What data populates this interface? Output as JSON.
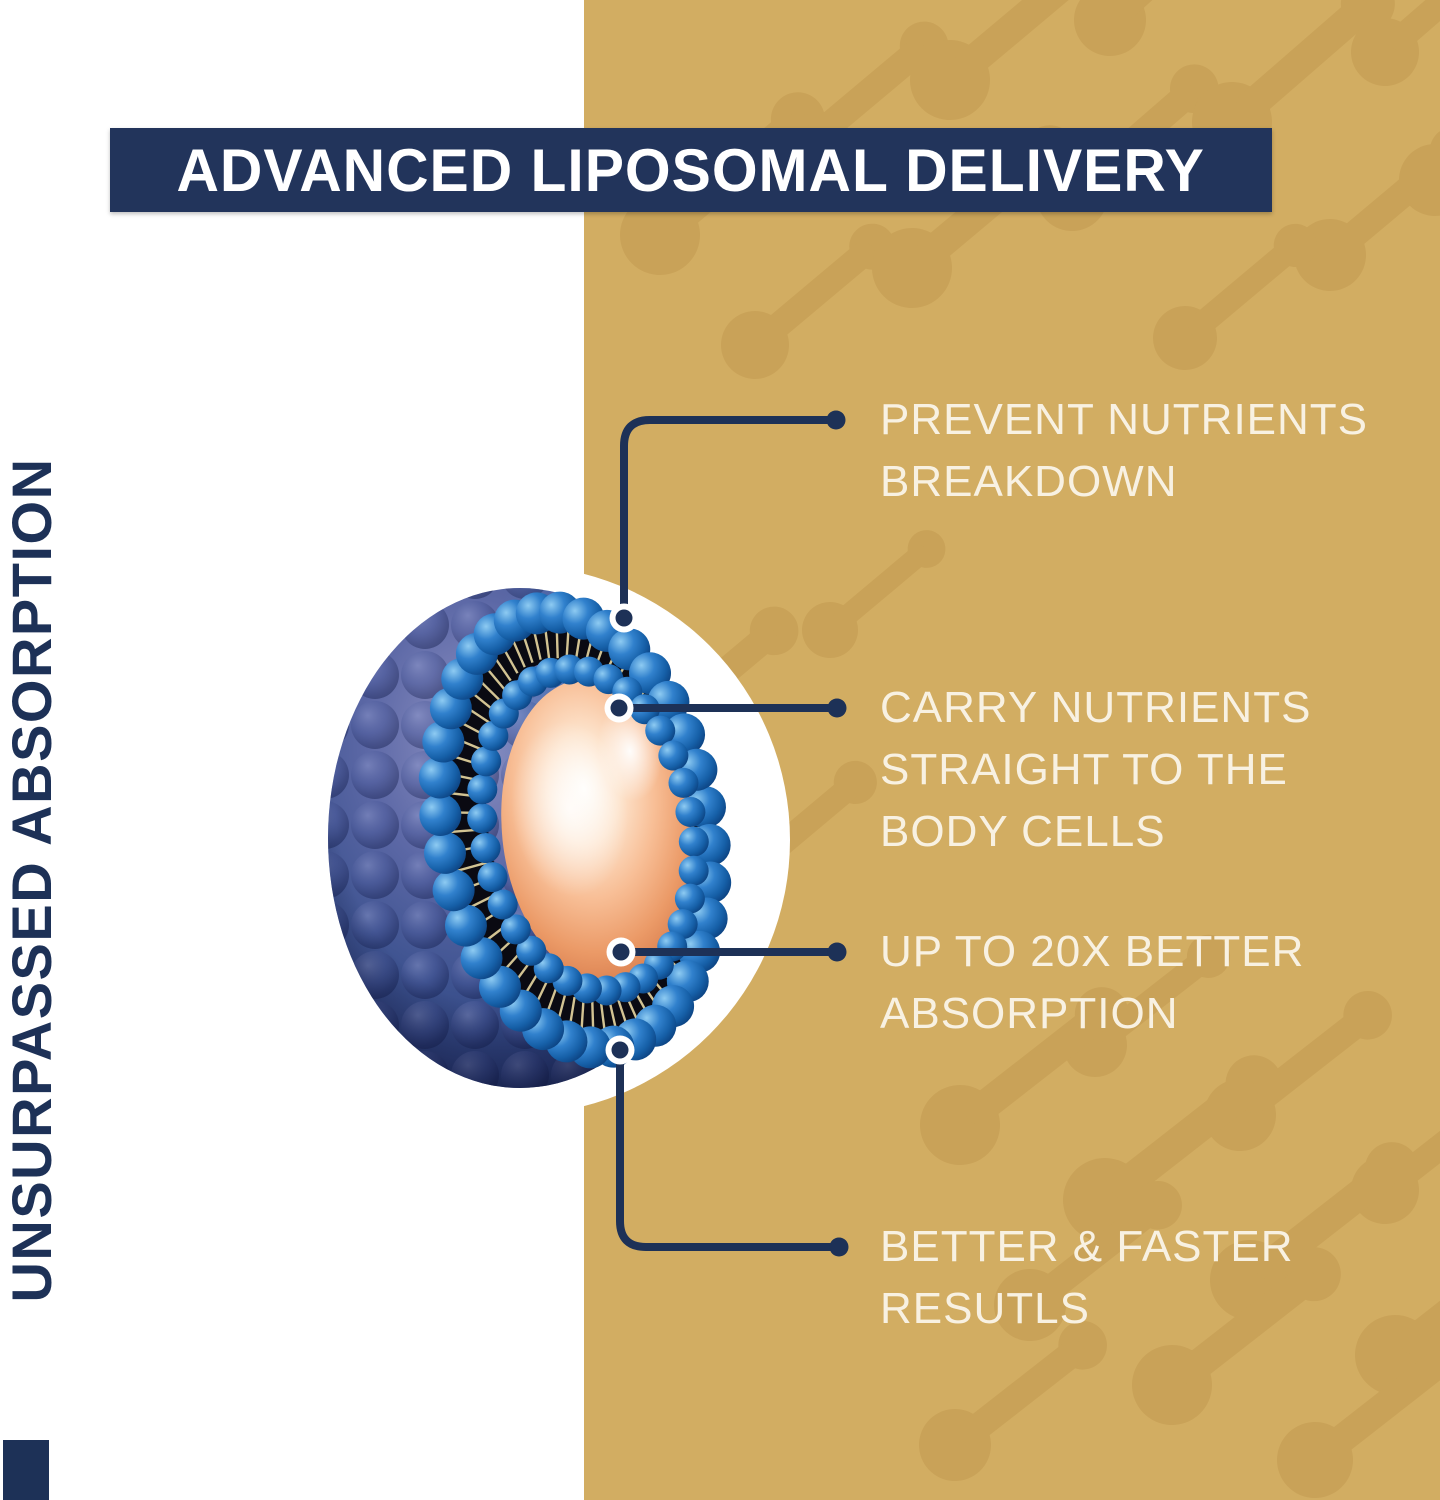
{
  "header": {
    "title": "ADVANCED LIPOSOMAL DELIVERY"
  },
  "side_label": {
    "text": "UNSURPASSED ABSORPTION"
  },
  "callouts": [
    {
      "text": "PREVENT NUTRIENTS\nBREAKDOWN"
    },
    {
      "text": "CARRY NUTRIENTS\nSTRAIGHT TO THE\nBODY CELLS"
    },
    {
      "text": "UP TO 20X BETTER\nABSORPTION"
    },
    {
      "text": "BETTER & FASTER\nRESUTLS"
    }
  ],
  "diagram": {
    "subject": "liposome-cross-section",
    "anchor_count": 4
  },
  "colors": {
    "navy": "#1d3157",
    "banner_navy": "#22345b",
    "gold_background": "#d2ad62",
    "gold_pattern": "#c9a258",
    "callout_text_cream": "#f8f1e2",
    "white": "#ffffff",
    "liposome_blue": "#2a77c4",
    "liposome_core_peach": "#f8bf97"
  }
}
